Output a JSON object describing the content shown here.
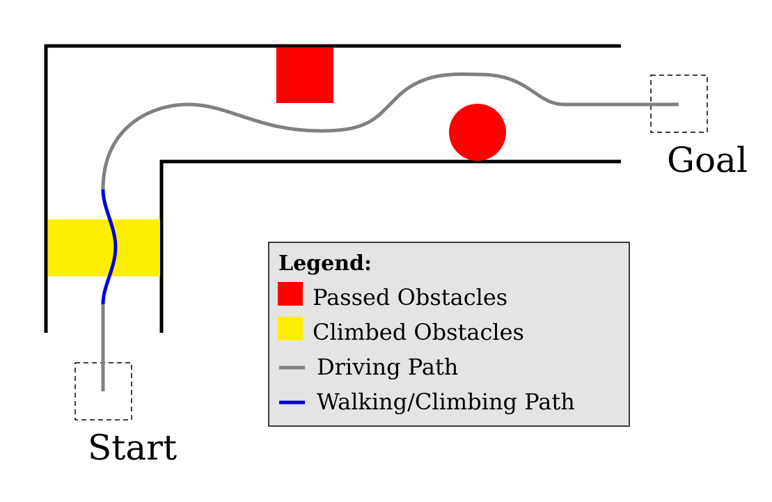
{
  "labels": {
    "start": "Start",
    "goal": "Goal"
  },
  "legend": {
    "title": "Legend:",
    "items": [
      {
        "text": "Passed Obstacles",
        "swatch": "square",
        "color": "#ff0000"
      },
      {
        "text": "Climbed Obstacles",
        "swatch": "square",
        "color": "#ffee00"
      },
      {
        "text": "Driving Path",
        "swatch": "line",
        "color": "#808080"
      },
      {
        "text": "Walking/Climbing Path",
        "swatch": "line",
        "color": "#0000dd"
      }
    ]
  },
  "colors": {
    "walls": "#000000",
    "passed_obstacle": "#ff0000",
    "climbed_obstacle": "#ffee00",
    "driving_path": "#808080",
    "walking_path": "#0000dd",
    "legend_background": "#e4e4e4"
  }
}
